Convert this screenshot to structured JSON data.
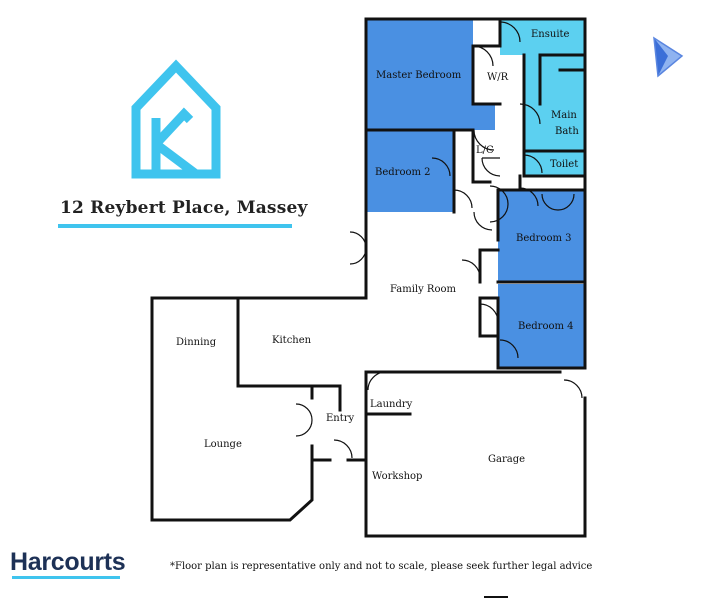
{
  "address": "12 Reybert Place, Massey",
  "brand": "Harcourts",
  "disclaimer": "*Floor plan is representative only and not to scale, please seek further legal advice",
  "colors": {
    "bedroom_blue": "#4a90e2",
    "wet_area_cyan": "#5cd0f0",
    "accent_cyan": "#3fc4ee",
    "brand_navy": "#1d3156",
    "wall": "#111111"
  },
  "icons": {
    "logo": "house-k-logo-icon",
    "compass": "north-arrow-icon"
  },
  "rooms": {
    "master_bedroom": "Master Bedroom",
    "wr": "W/R",
    "ensuite": "Ensuite",
    "main_bath_1": "Main",
    "main_bath_2": "Bath",
    "lc": "L/C",
    "bedroom2": "Bedroom 2",
    "toilet": "Toilet",
    "bedroom3": "Bedroom 3",
    "bedroom4": "Bedroom 4",
    "family_room": "Family Room",
    "dinning": "Dinning",
    "kitchen": "Kitchen",
    "entry": "Entry",
    "lounge": "Lounge",
    "laundry": "Laundry",
    "garage": "Garage",
    "workshop": "Workshop"
  }
}
